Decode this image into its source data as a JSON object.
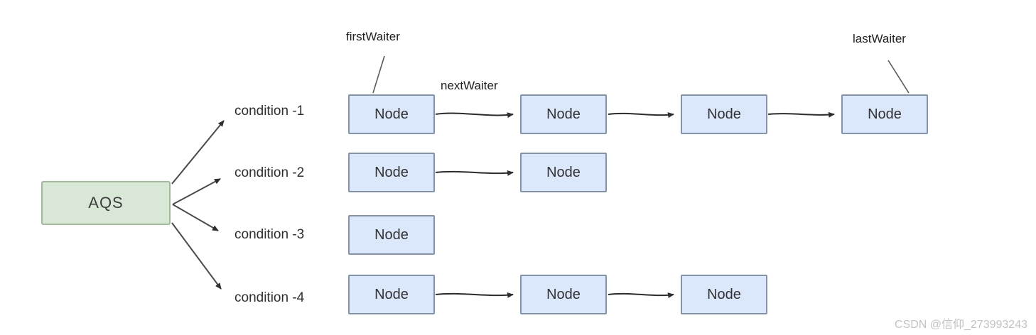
{
  "diagram": {
    "root_label": "AQS",
    "node_label": "Node",
    "conditions": [
      {
        "label": "condition -1",
        "node_count": 4
      },
      {
        "label": "condition -2",
        "node_count": 2
      },
      {
        "label": "condition -3",
        "node_count": 1
      },
      {
        "label": "condition -4",
        "node_count": 3
      }
    ],
    "pointers": {
      "first": "firstWaiter",
      "next": "nextWaiter",
      "last": "lastWaiter"
    }
  },
  "watermark": "CSDN @信仰_273993243",
  "colors": {
    "aqs_fill": "#d9e8d6",
    "aqs_border": "#9dbb97",
    "node_fill": "#dbe7fa",
    "node_border": "#8193ad",
    "arrow": "#2e2e2e",
    "text": "#333333",
    "watermark_text": "#c2c2c2"
  }
}
